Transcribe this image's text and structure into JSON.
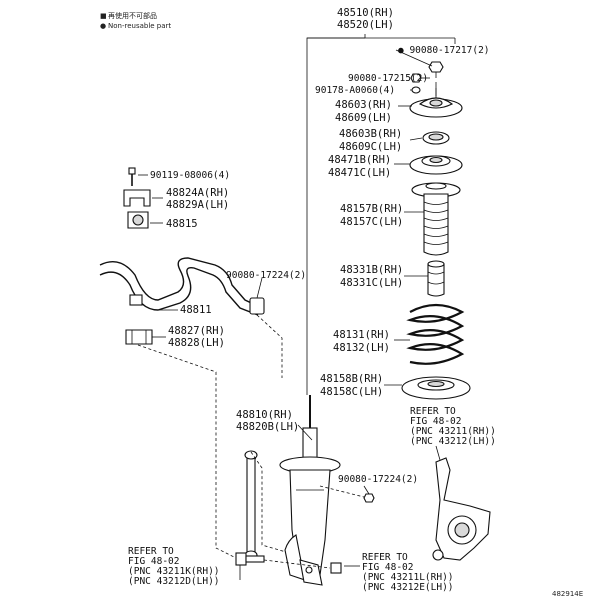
{
  "legend": {
    "items": [
      {
        "mark": "■",
        "text": "再使用不可部品"
      },
      {
        "mark": "●",
        "text": "Non-reusable part"
      }
    ]
  },
  "footer_code": "482914E",
  "labels": {
    "strut_assy": [
      "48510(RH)",
      "48520(LH)"
    ],
    "nut_top": "● 90080-17217(2)",
    "nut_mount": "90080-17215(2)",
    "cap": "90178-A0060(4)",
    "support": [
      "48603(RH)",
      "48609(LH)"
    ],
    "bearing": [
      "48603B(RH)",
      "48609C(LH)"
    ],
    "upper_seat": [
      "48471B(RH)",
      "48471C(LH)"
    ],
    "boot": [
      "48157B(RH)",
      "48157C(LH)"
    ],
    "bumper": [
      "48331B(RH)",
      "48331C(LH)"
    ],
    "spring": [
      "48131(RH)",
      "48132(LH)"
    ],
    "insulator": [
      "48158B(RH)",
      "48158C(LH)"
    ],
    "refer_knuckle": [
      "REFER TO",
      "FIG 48-02",
      "(PNC 43211(RH))",
      "(PNC 43212(LH))"
    ],
    "bolt_bar": "90119-08006(4)",
    "bracket": [
      "48824A(RH)",
      "48829A(LH)"
    ],
    "bushing": "48815",
    "nut_link_upper": "90080-17224(2)",
    "stabilizer_bar": "48811",
    "clamp": [
      "48827(RH)",
      "48828(LH)"
    ],
    "shock": [
      "48810(RH)",
      "48820B(LH)"
    ],
    "nut_link_lower": "90080-17224(2)",
    "refer_bolt": [
      "REFER TO",
      "FIG 48-02",
      "(PNC 43211K(RH))",
      "(PNC 43212D(LH))"
    ],
    "refer_nut": [
      "REFER TO",
      "FIG 48-02",
      "(PNC 43211L(RH))",
      "(PNC 43212E(LH))"
    ]
  }
}
